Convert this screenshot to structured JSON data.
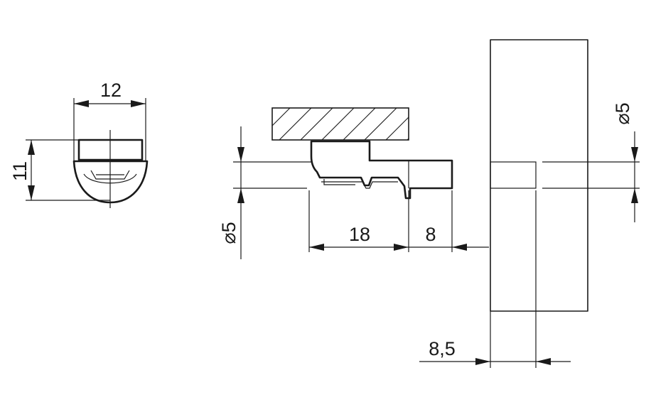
{
  "drawing": {
    "dimensions": {
      "front_width": "12",
      "front_height": "11",
      "pin_diameter_left": "⌀5",
      "support_length": "18",
      "pin_length": "8",
      "hole_diameter_right": "⌀5",
      "hole_depth": "8,5"
    }
  }
}
